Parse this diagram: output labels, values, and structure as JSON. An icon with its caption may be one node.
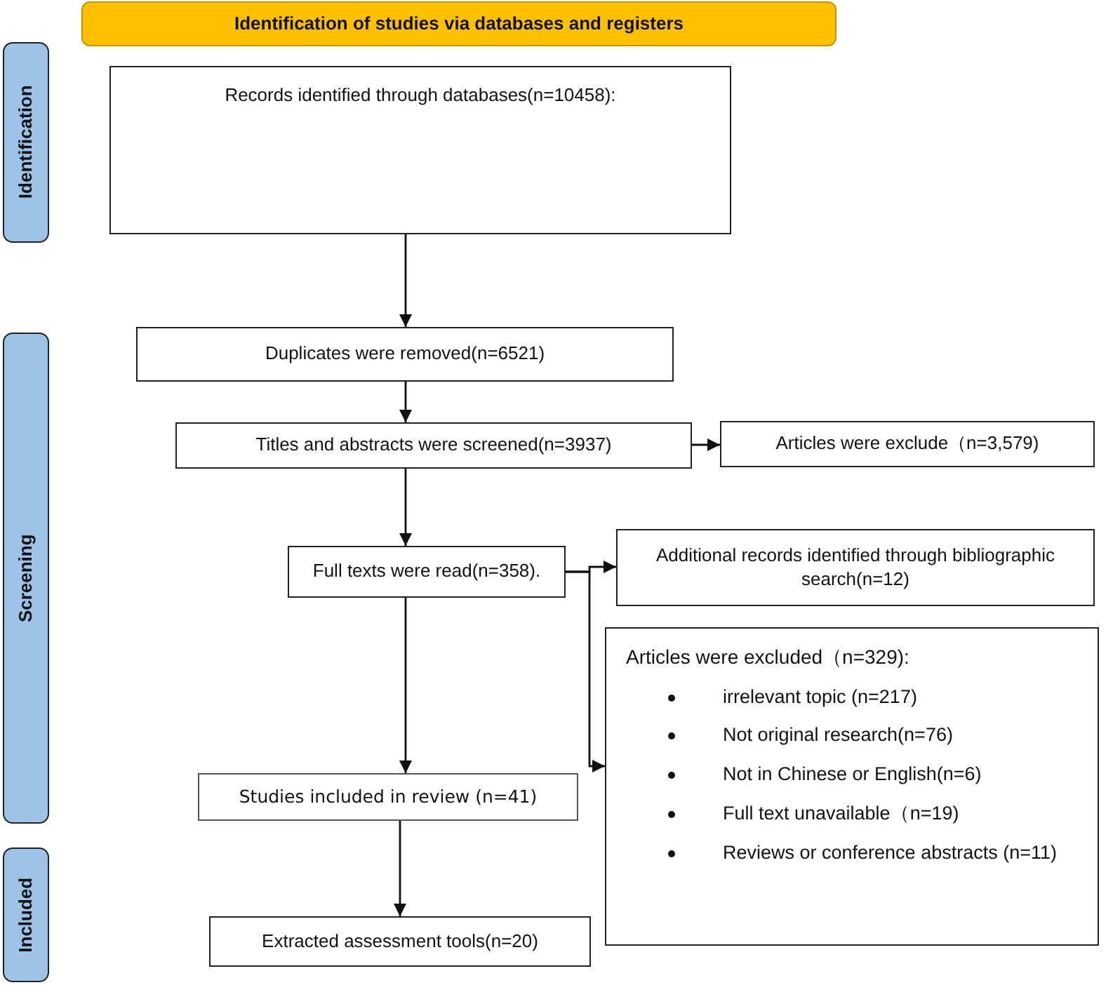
{
  "diagram": {
    "nodes": [
      {
        "text": [
          "Identification of studies via databases and registers"
        ]
      },
      {
        "text": [
          "Identification"
        ]
      },
      {
        "text": [
          "Screening"
        ]
      },
      {
        "text": [
          "Included"
        ]
      },
      {
        "text": [
          "Records identified through databases(n=10458):"
        ]
      },
      {
        "text": [
          "Duplicates were removed(n=6521)"
        ]
      },
      {
        "text": [
          "Titles and abstracts were screened(n=3937)"
        ]
      },
      {
        "text": [
          "Articles were exclude（n=3,579)"
        ]
      },
      {
        "text": [
          "Additional records identified through bibliographic search(n=12)"
        ]
      },
      {
        "text": [
          "Full texts were read(n=358)."
        ]
      },
      {
        "text": [
          "Articles were excluded（n=329):",
          "irrelevant topic (n=217)",
          "Not original research(n=76)",
          "Not in Chinese or English(n=6)",
          "Full text unavailable（n=19)",
          "Reviews or conference  abstracts (n=11)"
        ]
      },
      {
        "text": [
          "Studies included in review (n=41)"
        ]
      },
      {
        "text": [
          "Extracted assessment tools(n=20)"
        ]
      }
    ],
    "edges": [
      {
        "from": 4,
        "to": 5,
        "arrow": "to"
      },
      {
        "from": 5,
        "to": 6,
        "arrow": "to"
      },
      {
        "from": 6,
        "to": 7,
        "arrow": "to"
      },
      {
        "from": 6,
        "to": 9,
        "arrow": "to"
      },
      {
        "from": 9,
        "to": 8,
        "arrow": "to"
      },
      {
        "from": 9,
        "to": 10,
        "arrow": "to"
      },
      {
        "from": 9,
        "to": 11,
        "arrow": "to"
      },
      {
        "from": 11,
        "to": 12,
        "arrow": "to"
      }
    ]
  }
}
